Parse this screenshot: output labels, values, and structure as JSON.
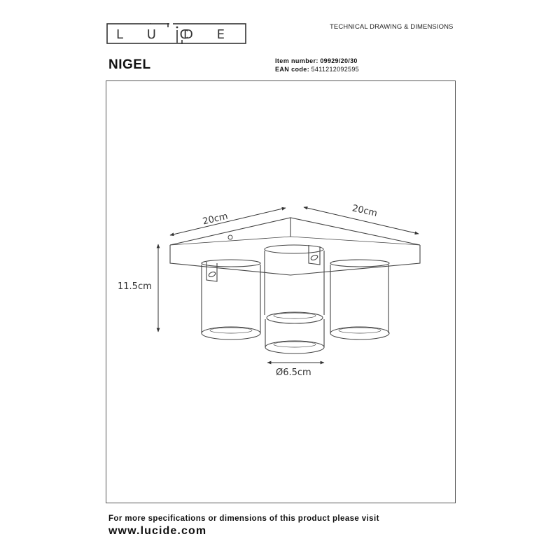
{
  "header": {
    "brand_letters": [
      "L",
      "U",
      "C",
      "I",
      "D",
      "E"
    ],
    "document_type": "TECHNICAL DRAWING & DIMENSIONS",
    "product_name": "NIGEL",
    "item_number_label": "Item number:",
    "item_number": "09929/20/30",
    "ean_label": "EAN code:",
    "ean_code": "5411212092595"
  },
  "drawing": {
    "width_left": "20cm",
    "width_right": "20cm",
    "height": "11.5cm",
    "diameter": "Ø6.5cm",
    "spot_count": 4
  },
  "footer": {
    "text": "For more specifications or dimensions of this product please visit",
    "url": "www.lucide.com"
  },
  "colors": {
    "line": "#444444",
    "text": "#111111",
    "frame": "#555555"
  }
}
